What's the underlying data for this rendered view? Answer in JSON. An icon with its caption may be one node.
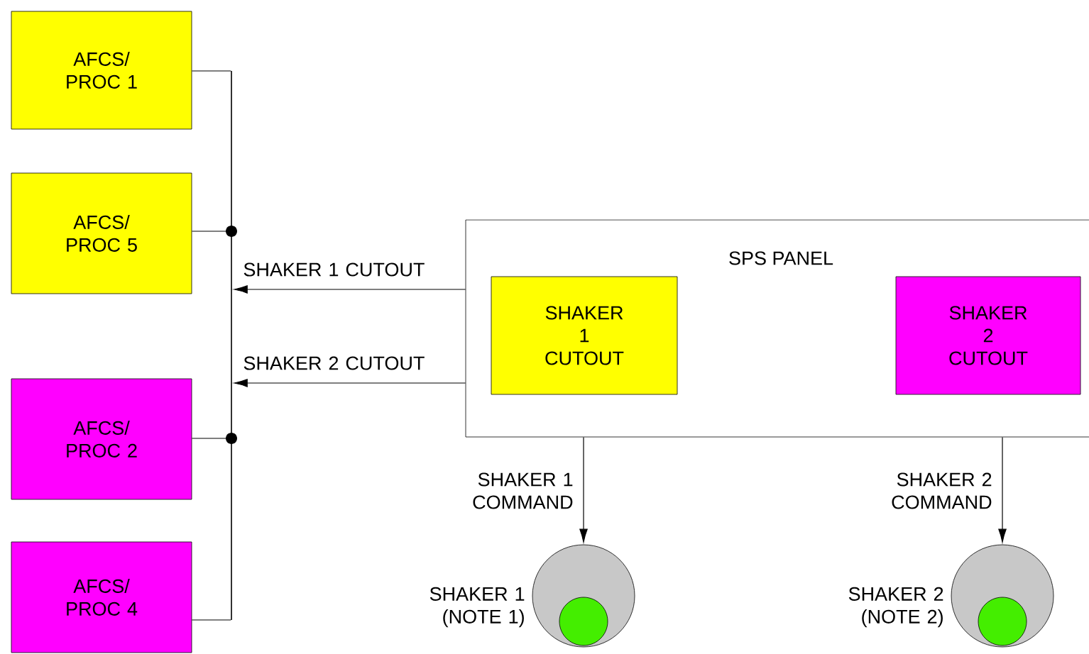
{
  "diagram": {
    "nodes": [
      {
        "text": [
          "AFCS/ PROC 1"
        ]
      },
      {
        "text": [
          "AFCS/ PROC 5"
        ]
      },
      {
        "text": [
          "AFCS/ PROC 2"
        ]
      },
      {
        "text": [
          "AFCS/ PROC 4"
        ]
      },
      {
        "text": [],
        "shape": "line"
      },
      {
        "text": [
          "SPS PANEL"
        ]
      },
      {
        "text": [
          "SHAKER 1 CUTOUT"
        ],
        "in": 5
      },
      {
        "text": [
          "SHAKER 2 CUTOUT"
        ],
        "in": 5
      },
      {
        "text": [],
        "shape": "circle",
        "beside": [
          "SHAKER 1 (NOTE 1)"
        ]
      },
      {
        "text": [],
        "shape": "circle",
        "beside": [
          "SHAKER 2 (NOTE 2)"
        ]
      }
    ],
    "edges": [
      {
        "from": 0,
        "to": 4,
        "arrow": "none"
      },
      {
        "from": 1,
        "to": 4,
        "arrow": "none"
      },
      {
        "from": 2,
        "to": 4,
        "arrow": "none"
      },
      {
        "from": 3,
        "to": 4,
        "arrow": "none"
      },
      {
        "from": 5,
        "to": 4,
        "arrow": "to",
        "label": "SHAKER 1 CUTOUT"
      },
      {
        "from": 5,
        "to": 4,
        "arrow": "to",
        "label": "SHAKER 2 CUTOUT"
      },
      {
        "from": 5,
        "to": 8,
        "arrow": "to",
        "label": "SHAKER 1 COMMAND"
      },
      {
        "from": 5,
        "to": 9,
        "arrow": "to",
        "label": "SHAKER 2 COMMAND"
      }
    ]
  }
}
